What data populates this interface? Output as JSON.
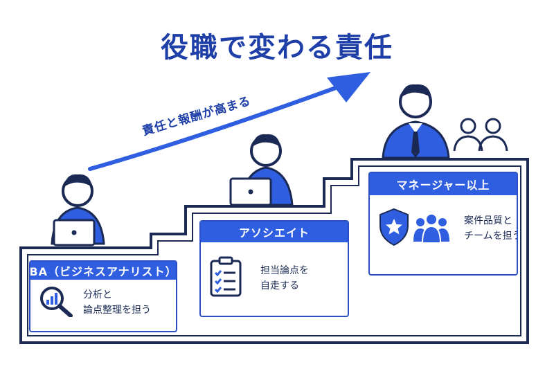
{
  "title": "役職で変わる責任",
  "arrow": {
    "label": "責任と報酬が高まる"
  },
  "cards": [
    {
      "title": "BA（ビジネスアナリスト）",
      "icon": "analysis-magnifier-icon",
      "lines": [
        "分析と",
        "論点整理を担う"
      ]
    },
    {
      "title": "アソシエイト",
      "icon": "checklist-clipboard-icon",
      "lines": [
        "担当論点を",
        "自走する"
      ]
    },
    {
      "title": "マネージャー以上",
      "icon": "shield-star-team-icon",
      "lines": [
        "案件品質と",
        "チームを担う"
      ]
    }
  ],
  "colors": {
    "primary": "#2f5fe0",
    "dark": "#1f3fa8",
    "navy": "#1b2a55"
  }
}
